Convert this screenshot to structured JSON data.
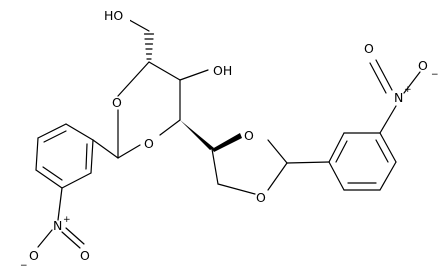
{
  "molecule": {
    "atoms": {
      "hydroxymethyl_oh": "HO",
      "ring_hydroxyl": "OH",
      "dioxane_o_top": "O",
      "dioxane_o_bottom": "O",
      "dioxolane_o_top": "O",
      "dioxolane_o_bottom": "O",
      "nitro_left_n": "N",
      "nitro_left_o_single": "O",
      "nitro_left_o_double": "O",
      "nitro_right_n": "N",
      "nitro_right_o_single": "O",
      "nitro_right_o_double": "O"
    },
    "charges": {
      "plus": "+",
      "minus": "−"
    }
  }
}
